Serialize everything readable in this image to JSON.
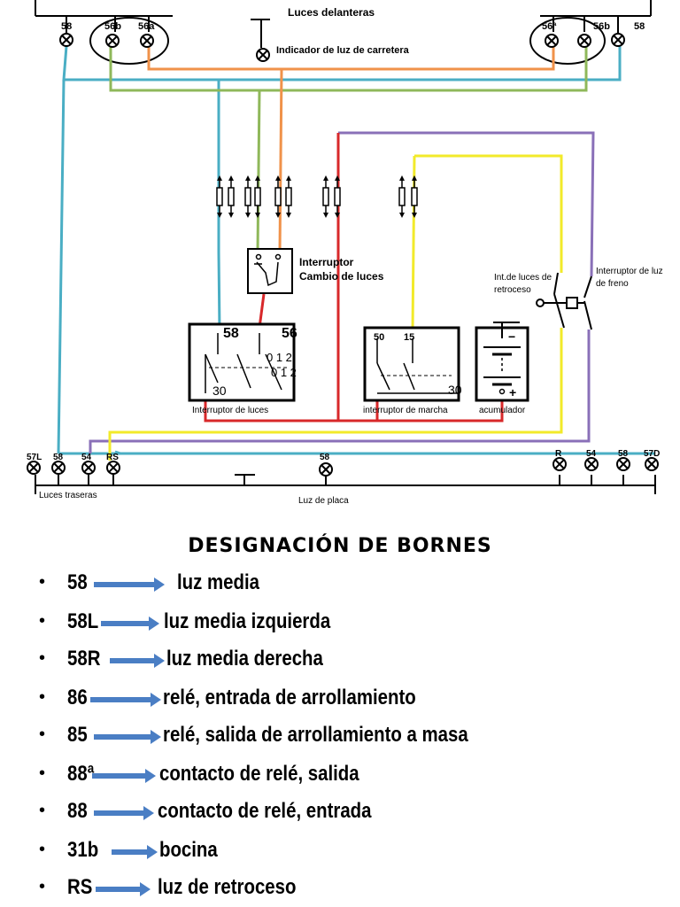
{
  "diagram": {
    "labels": {
      "top_front_lights": "Luces delanteras",
      "high_beam_indicator": "Indicador de luz de carretera",
      "left_58": "58",
      "left_56b": "56b",
      "left_56a": "56a",
      "right_56a": "56ª",
      "right_56b": "56b",
      "right_58": "58",
      "switch_change_1": "Interruptor",
      "switch_change_2": "Cambio de luces",
      "reverse_switch_1": "Int.de luces de",
      "reverse_switch_2": "retroceso",
      "brake_switch_1": "Interruptor de luz",
      "brake_switch_2": "de freno",
      "light_switch_58": "58",
      "light_switch_56": "56",
      "light_switch_012a": "0 1 2",
      "light_switch_012b": "0 1 2",
      "light_switch_30": "30",
      "light_switch_caption": "Interruptor de luces",
      "ignition_50": "50",
      "ignition_15": "15",
      "ignition_30": "30",
      "ignition_caption": "interruptor de marcha",
      "battery_minus": "−",
      "battery_plus": "+",
      "battery_caption": "acumulador",
      "rear_57L": "57L",
      "rear_58": "58",
      "rear_54": "54",
      "rear_RS": "RS",
      "plate_58": "58",
      "rear_R": "R",
      "rear_54b": "54",
      "rear_58b": "58",
      "rear_57D": "57D",
      "rear_lights": "Luces traseras",
      "plate_light": "Luz de placa"
    }
  },
  "legend": {
    "title": "DESIGNACIÓN DE BORNES",
    "items": [
      {
        "code": "58",
        "desc": "luz media"
      },
      {
        "code": "58L",
        "desc": "luz media izquierda"
      },
      {
        "code": "58R",
        "desc": "luz media derecha"
      },
      {
        "code": "86",
        "desc": "relé, entrada de arrollamiento"
      },
      {
        "code": "85",
        "desc": "relé, salida de arrollamiento a masa"
      },
      {
        "code": "88ª",
        "desc": "contacto de relé, salida"
      },
      {
        "code": "88",
        "desc": "contacto de relé, entrada"
      },
      {
        "code": "31b",
        "desc": "bocina"
      },
      {
        "code": "RS",
        "desc": "luz de retroceso"
      }
    ]
  },
  "colors": {
    "cyan": "#4aaec4",
    "green": "#8fb85a",
    "orange": "#f0924a",
    "purple": "#8a70b8",
    "yellow": "#f2ea2a",
    "red": "#d8282a",
    "arrow": "#4a7ec4"
  }
}
